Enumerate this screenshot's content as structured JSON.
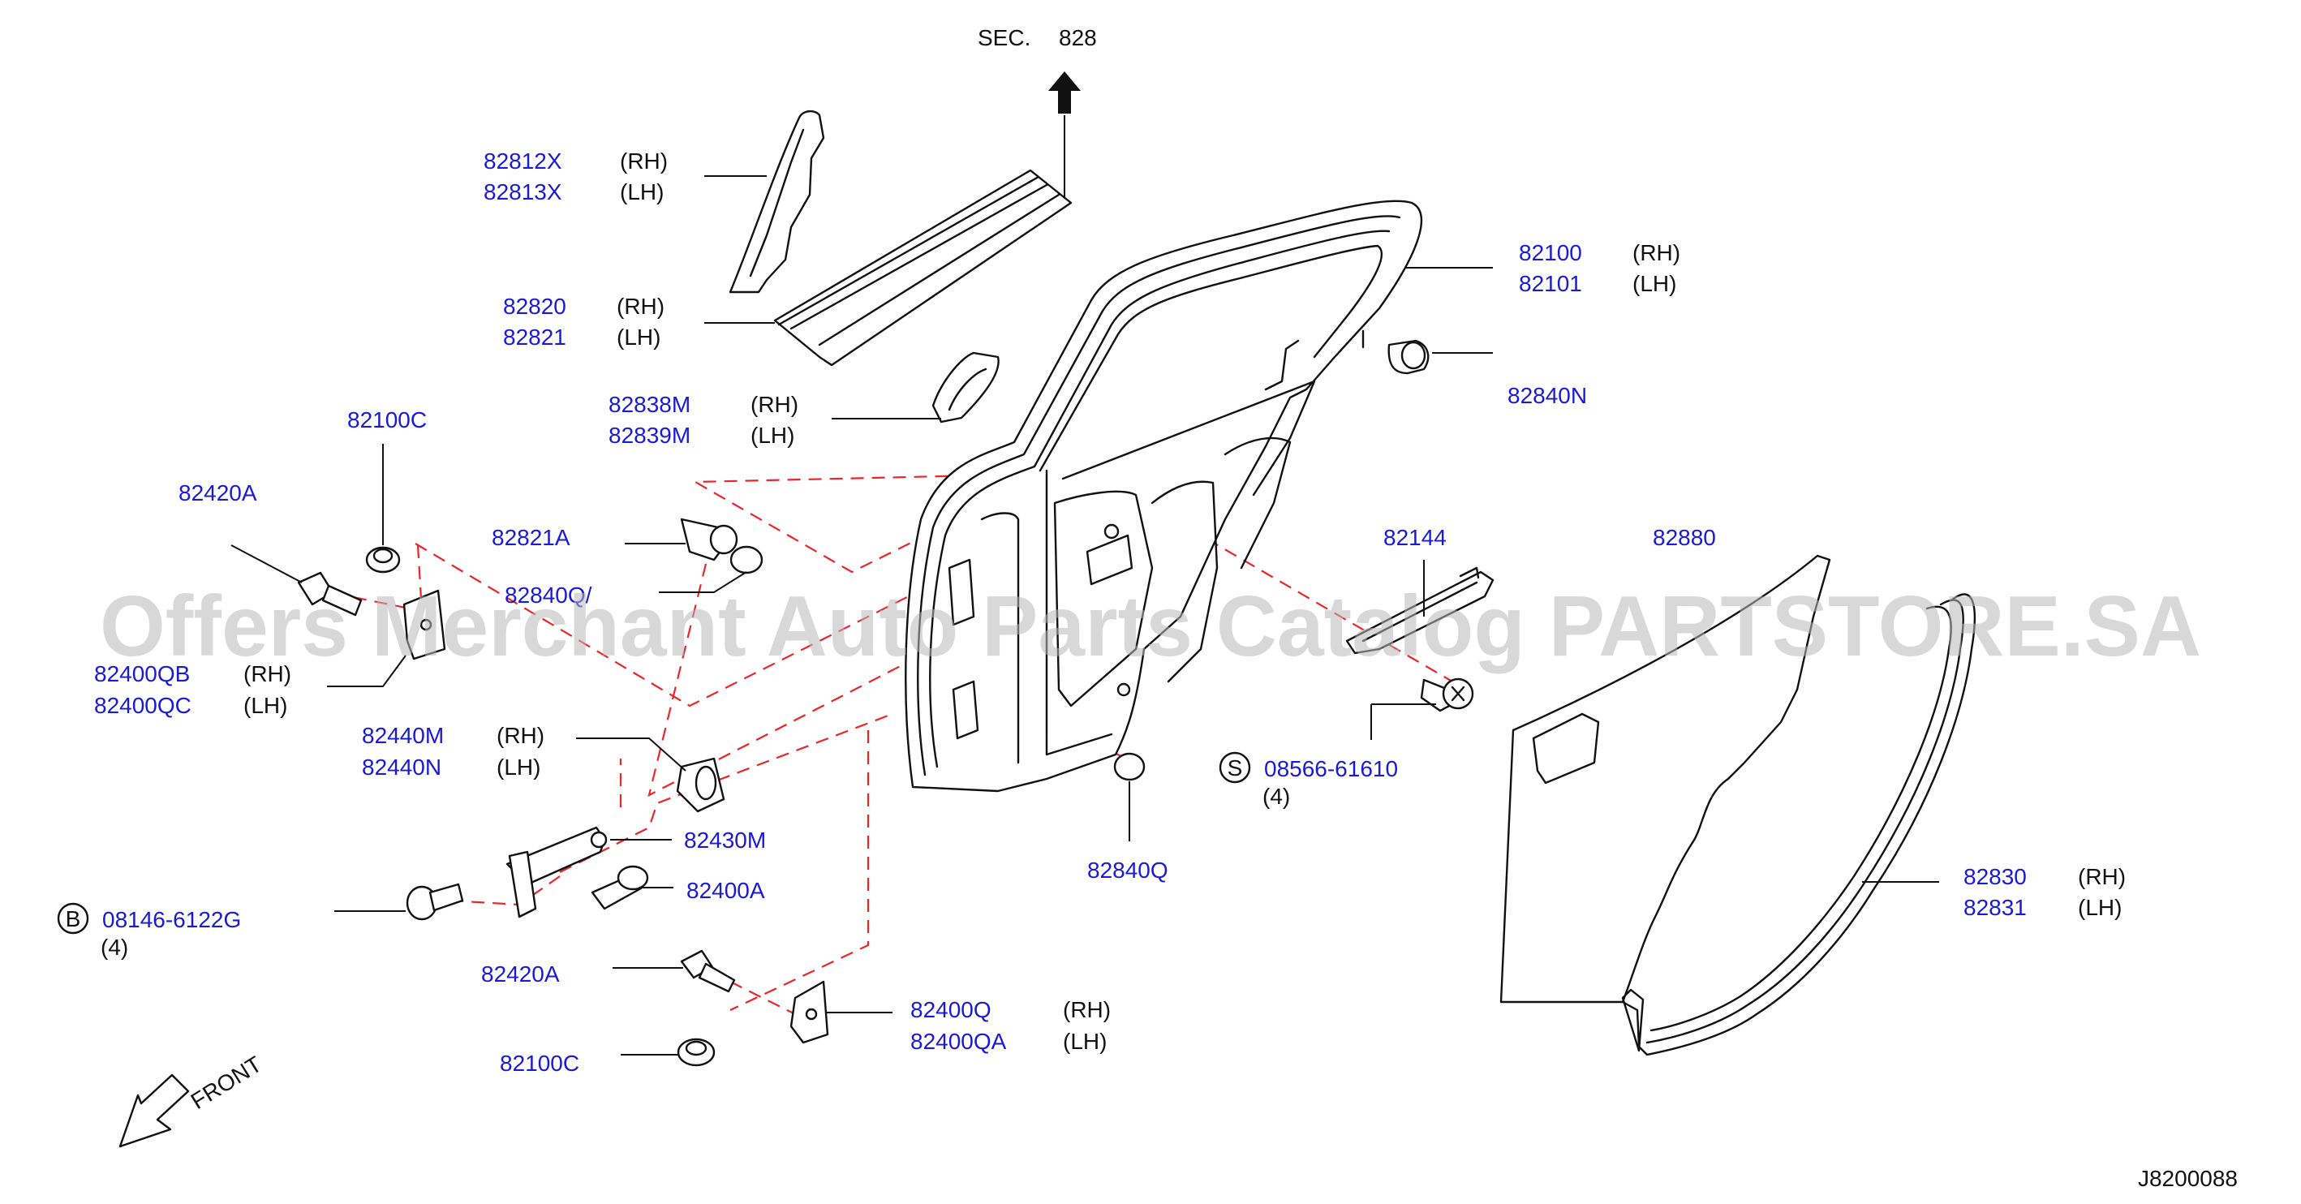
{
  "header": {
    "sec_prefix": "SEC.",
    "sec_number": "828"
  },
  "diagram_id": "J8200088",
  "watermark": "Offers Merchant Auto Parts Catalog PARTSTORE.SA",
  "front_label": "FRONT",
  "colors": {
    "part_number": "#1a1ad6",
    "dash": "#e8262b",
    "line": "#111111",
    "watermark": "#b8b8b8"
  },
  "parts": {
    "p82812x": "82812X",
    "p82813x": "82813X",
    "p82820": "82820",
    "p82821": "82821",
    "p82838m": "82838M",
    "p82839m": "82839M",
    "p82100": "82100",
    "p82101": "82101",
    "p82840n": "82840N",
    "p82100c_top": "82100C",
    "p82420a_top": "82420A",
    "p82821a": "82821A",
    "p82840q_top": "82840Q/",
    "p82400qb": "82400QB",
    "p82400qc": "82400QC",
    "p82440m": "82440M",
    "p82440n": "82440N",
    "p82430m": "82430M",
    "p82400a": "82400A",
    "p08146": "08146-6122G",
    "p82420a_bottom": "82420A",
    "p82100c_bottom": "82100C",
    "p82400q": "82400Q",
    "p82400qa": "82400QA",
    "p82840q_bottom": "82840Q",
    "p82144": "82144",
    "p08566": "08566-61610",
    "p82880": "82880",
    "p82830": "82830",
    "p82831": "82831"
  },
  "sides": {
    "rh": "(RH)",
    "lh": "(LH)"
  },
  "quantities": {
    "q08146": "(4)",
    "q08566": "(4)"
  },
  "circle_codes": {
    "bolt_b": "B",
    "screw_s": "S"
  }
}
